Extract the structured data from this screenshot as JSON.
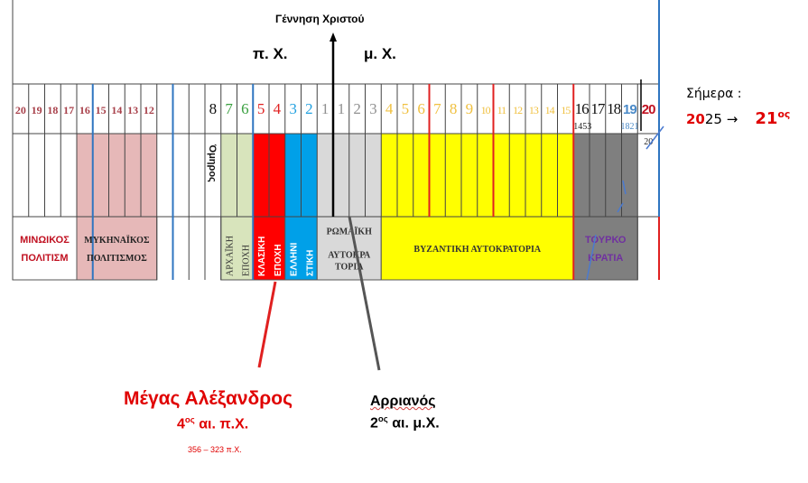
{
  "header": {
    "birth_of_christ": "Γέννηση Χριστού",
    "bc": "π. Χ.",
    "ad": "μ. Χ."
  },
  "centuries": [
    {
      "label": "20",
      "color": "#a8404a"
    },
    {
      "label": "19",
      "color": "#a8404a"
    },
    {
      "label": "18",
      "color": "#a8404a"
    },
    {
      "label": "17",
      "color": "#a8404a"
    },
    {
      "label": "16",
      "color": "#a8404a"
    },
    {
      "label": "15",
      "color": "#a8404a"
    },
    {
      "label": "14",
      "color": "#a8404a"
    },
    {
      "label": "13",
      "color": "#a8404a"
    },
    {
      "label": "12",
      "color": "#a8404a"
    },
    {
      "label": "",
      "color": "#000"
    },
    {
      "label": "",
      "color": "#000"
    },
    {
      "label": "",
      "color": "#000"
    },
    {
      "label": "8",
      "color": "#111111"
    },
    {
      "label": "7",
      "color": "#3aa040"
    },
    {
      "label": "6",
      "color": "#3aa040"
    },
    {
      "label": "5",
      "color": "#e02020"
    },
    {
      "label": "4",
      "color": "#e02020"
    },
    {
      "label": "3",
      "color": "#20a0e0"
    },
    {
      "label": "2",
      "color": "#20a0e0"
    },
    {
      "label": "1",
      "color": "#909090"
    },
    {
      "label": "1",
      "color": "#909090"
    },
    {
      "label": "2",
      "color": "#909090"
    },
    {
      "label": "3",
      "color": "#909090"
    },
    {
      "label": "4",
      "color": "#f0c040"
    },
    {
      "label": "5",
      "color": "#f0c040"
    },
    {
      "label": "6",
      "color": "#f0c040"
    },
    {
      "label": "7",
      "color": "#f0c040"
    },
    {
      "label": "8",
      "color": "#f0c040"
    },
    {
      "label": "9",
      "color": "#f0c040"
    },
    {
      "label": "10",
      "color": "#f0c040"
    },
    {
      "label": "11",
      "color": "#f0c040"
    },
    {
      "label": "12",
      "color": "#f0c040"
    },
    {
      "label": "13",
      "color": "#f0c040"
    },
    {
      "label": "14",
      "color": "#f0c040"
    },
    {
      "label": "15",
      "color": "#f0c040"
    },
    {
      "label": "16",
      "color": "#111111"
    },
    {
      "label": "17",
      "color": "#111111"
    },
    {
      "label": "18",
      "color": "#111111"
    },
    {
      "label": "19",
      "color": "#4a8ac8"
    },
    {
      "label": "20",
      "color": "#c01020"
    }
  ],
  "years": {
    "fall_of_constantinople": "1453",
    "revolution": "1821",
    "twentieth": "20"
  },
  "homer": "Όμηρος",
  "periods": [
    {
      "name": "ΜΙΝΩΙΚΟΣ ΠΟΛΙΤΙΣΜ",
      "lines": [
        "ΜΙΝΩΙΚΟΣ",
        "ΠΟΛΙΤΙΣΜ"
      ],
      "from": 0,
      "to": 3,
      "fill": "#ffffff",
      "text": "#c01020",
      "vertical": false
    },
    {
      "name": "ΜΥΚΗΝΑΪΚΟΣ ΠΟΛΙΤΙΣΜΟΣ",
      "lines": [
        "ΜΥΚΗΝΑΪΚΟΣ",
        "ΠΟΛΙΤΙΣΜΟΣ"
      ],
      "from": 4,
      "to": 8,
      "fill": "#e6b8b8",
      "text": "#222222",
      "vertical": false
    },
    {
      "name": "ΑΡΧΑΪΚΗ ΕΠΟΧΗ",
      "lines": [
        "ΑΡΧΑΪΚΗ",
        "ΕΠΟΧΗ"
      ],
      "from": 13,
      "to": 14,
      "fill": "#d8e4bc",
      "text": "#333333",
      "vertical": true
    },
    {
      "name": "ΚΛΑΣΙΚΗ ΕΠΟΧΗ",
      "lines": [
        "ΚΛΑΣΙΚΗ",
        "ΕΠΟΧΗ"
      ],
      "from": 15,
      "to": 16,
      "fill": "#ff0000",
      "text": "#ffffff",
      "vertical": true
    },
    {
      "name": "ΕΛΛΗΝΙΣΤΙΚΗ",
      "lines": [
        "ΕΛΛΗΝΙ",
        "ΣΤΙΚΗ"
      ],
      "from": 17,
      "to": 18,
      "fill": "#00a0e8",
      "text": "#ffffff",
      "vertical": true
    },
    {
      "name": "ΡΩΜΑΪΚΗ ΑΥΤΟΚΡΑΤΟΡΙΑ",
      "lines": [
        "ΡΩΜΑΪΚΗ",
        "",
        "ΑΥΤΟΚΡΑ",
        "ΤΟΡΙΑ"
      ],
      "from": 19,
      "to": 22,
      "fill": "#d9d9d9",
      "text": "#333333",
      "vertical": false
    },
    {
      "name": "ΒΥΖΑΝΤΙΚΗ ΑΥΤΟΚΡΑΤΟΡΙΑ",
      "lines": [
        "ΒΥΖΑΝΤΙΚΗ ΑΥΤΟΚΡΑΤΟΡΙΑ"
      ],
      "from": 23,
      "to": 34,
      "fill": "#ffff00",
      "text": "#333333",
      "vertical": false
    },
    {
      "name": "ΤΟΥΡΚΟΚΡΑΤΙΑ",
      "lines": [
        "ΤΟΥΡΚΟ",
        "ΚΡΑΤΙΑ"
      ],
      "from": 35,
      "to": 38,
      "fill": "#7f7f7f",
      "text": "#7030a0",
      "vertical": false
    }
  ],
  "today": {
    "label": "Σήμερα :",
    "year_highlight": "20",
    "year_rest": "25",
    "arrow": "→",
    "century": "21",
    "century_suffix": "ος"
  },
  "alexander": {
    "name": "Μέγας Αλέξανδρος",
    "century": "4",
    "suffix": "ος",
    "era": " αι. π.Χ.",
    "dates": "356 – 323 π.Χ."
  },
  "arrian": {
    "name": "Αρριανός",
    "century": "2",
    "suffix": "ος",
    "era": " αι. μ.Χ."
  }
}
